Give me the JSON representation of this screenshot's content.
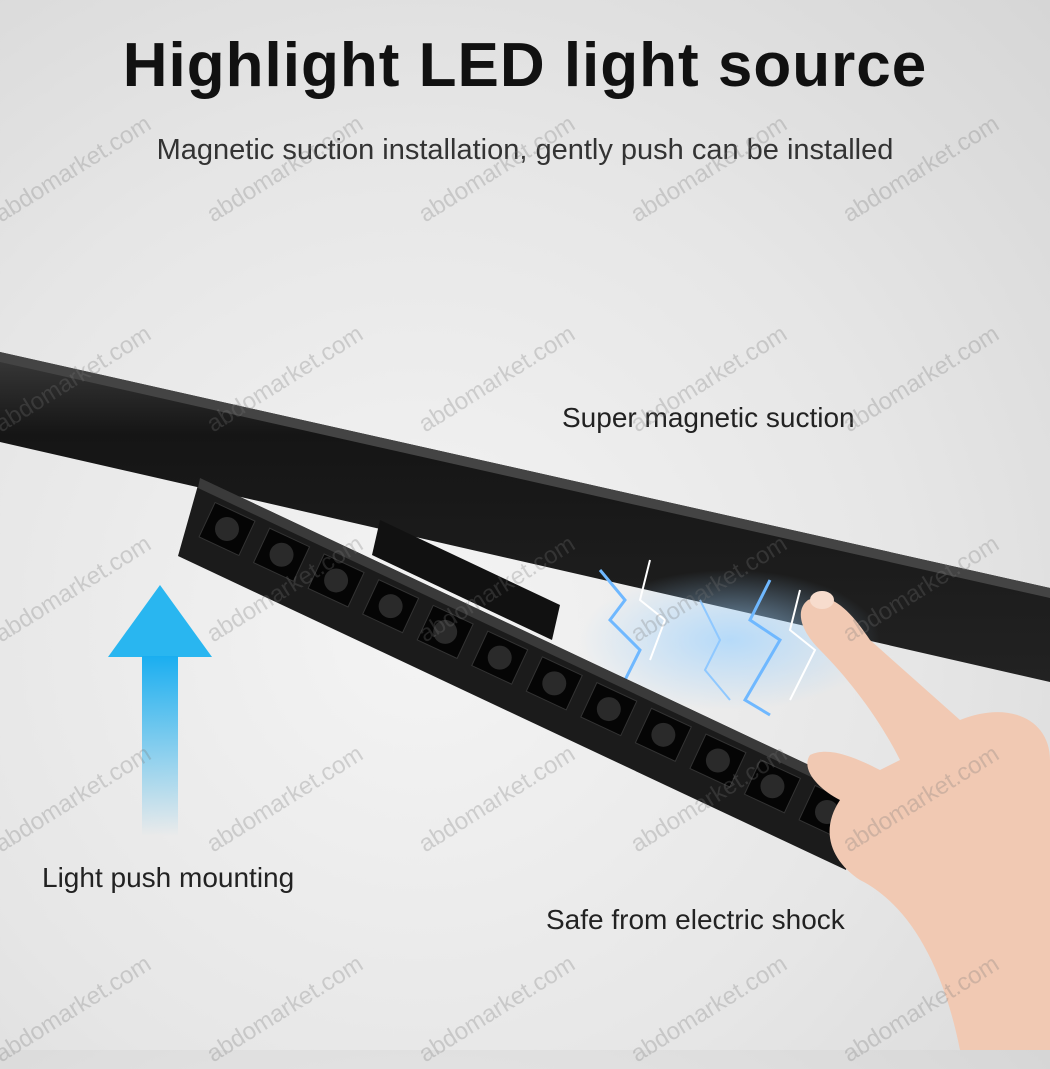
{
  "title": "Highlight LED light source",
  "subtitle": "Magnetic suction installation, gently push can be installed",
  "labels": {
    "magnetic": "Super magnetic suction",
    "push": "Light push mounting",
    "safe": "Safe from electric shock"
  },
  "watermark": "abdomarket.com",
  "colors": {
    "arrow": "#29b6f0",
    "track": "#1a1a1a",
    "lightning": "#6fb8ff"
  }
}
